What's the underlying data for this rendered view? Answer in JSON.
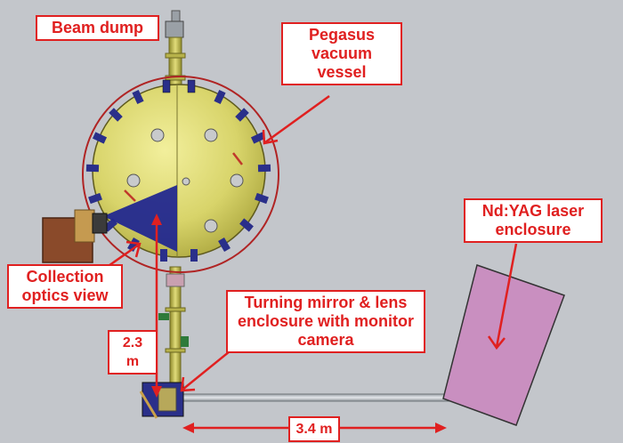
{
  "labels": {
    "beam_dump": "Beam dump",
    "vessel": "Pegasus\nvacuum\nvessel",
    "laser": "Nd:YAG laser\nenclosure",
    "collection": "Collection\noptics view",
    "turning": "Turning mirror & lens\nenclosure with monitor\ncamera",
    "dim_vertical": "2.3 m",
    "dim_horizontal": "3.4 m"
  },
  "colors": {
    "background": "#c3c6cb",
    "accent": "#e02020",
    "vessel": "#d8d46a",
    "flange": "#2a2f8a",
    "laser_box": "#c98fc0",
    "collection_box": "#8a4a2a",
    "cone": "#22288f"
  }
}
